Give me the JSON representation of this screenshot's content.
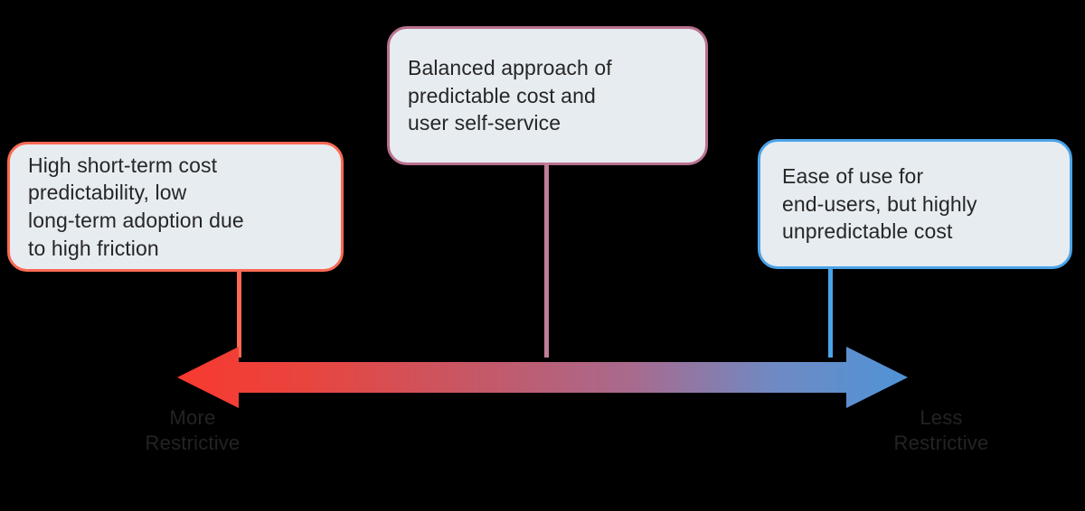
{
  "diagram": {
    "background_color": "#000000",
    "type": "bidirectional-spectrum",
    "callouts": [
      {
        "id": "left",
        "text": "High short-term cost\npredictability, low\nlong-term adoption due\nto high friction",
        "border_color": "#fb6a54",
        "fill_color": "#e7ecf1",
        "position": "left"
      },
      {
        "id": "middle",
        "text": "Balanced approach of\npredictable cost and\nuser self-service",
        "border_color": "#b9718e",
        "fill_color": "#e7ecf1",
        "position": "center"
      },
      {
        "id": "right",
        "text": "Ease of use for\nend-users, but highly\nunpredictable cost",
        "border_color": "#4ba3e8",
        "fill_color": "#e7ecf1",
        "position": "right"
      }
    ],
    "connectors": [
      {
        "id": "left",
        "color": "#fb6a54"
      },
      {
        "id": "middle",
        "color": "#c07d99"
      },
      {
        "id": "right",
        "color": "#4ba3e8"
      }
    ],
    "arrow": {
      "direction": "double-headed",
      "gradient_start_color": "#f8392f",
      "gradient_end_color": "#4f93d6",
      "left_head_color": "#f8392f",
      "right_head_color": "#4f93d6"
    },
    "axis_labels": {
      "left": "More\nRestrictive",
      "right": "Less\nRestrictive",
      "text_color": "#232323"
    }
  }
}
